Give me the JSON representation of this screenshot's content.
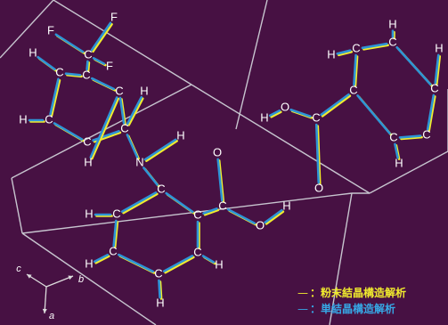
{
  "colors": {
    "background": "#471143",
    "cell_edge": "#c7c5cf",
    "powder": "#f1ec2e",
    "single": "#2d94d6",
    "powder_label": "#f1ec2e",
    "single_label": "#36a8e6",
    "atom_text": "#ffffff"
  },
  "molecules": [
    {
      "atoms": [
        {
          "id": "F1",
          "label": "F"
        },
        {
          "id": "F2",
          "label": "F"
        },
        {
          "id": "F3",
          "label": "F"
        },
        {
          "id": "C1",
          "label": "C"
        },
        {
          "id": "C2",
          "label": "C"
        },
        {
          "id": "C3",
          "label": "C"
        },
        {
          "id": "C4",
          "label": "C"
        },
        {
          "id": "C5",
          "label": "C"
        },
        {
          "id": "C6",
          "label": "C"
        },
        {
          "id": "C7",
          "label": "C"
        },
        {
          "id": "H1",
          "label": "H"
        },
        {
          "id": "H2",
          "label": "H"
        },
        {
          "id": "H3",
          "label": "H"
        },
        {
          "id": "H4",
          "label": "H"
        },
        {
          "id": "N1",
          "label": "N"
        },
        {
          "id": "H5",
          "label": "H"
        },
        {
          "id": "C8",
          "label": "C"
        },
        {
          "id": "C9",
          "label": "C"
        },
        {
          "id": "C10",
          "label": "C"
        },
        {
          "id": "C11",
          "label": "C"
        },
        {
          "id": "C12",
          "label": "C"
        },
        {
          "id": "C13",
          "label": "C"
        },
        {
          "id": "C14",
          "label": "C"
        },
        {
          "id": "O1",
          "label": "O"
        },
        {
          "id": "O2",
          "label": "O"
        },
        {
          "id": "H6",
          "label": "H"
        },
        {
          "id": "H7",
          "label": "H"
        },
        {
          "id": "H8",
          "label": "H"
        },
        {
          "id": "H9",
          "label": "H"
        },
        {
          "id": "H10",
          "label": "H"
        }
      ],
      "bonds": [
        [
          "F1",
          "C1"
        ],
        [
          "F2",
          "C1"
        ],
        [
          "F3",
          "C1"
        ],
        [
          "C1",
          "C2"
        ],
        [
          "C2",
          "C3"
        ],
        [
          "C3",
          "C4"
        ],
        [
          "C4",
          "C5"
        ],
        [
          "C5",
          "C6"
        ],
        [
          "C6",
          "C7"
        ],
        [
          "C7",
          "C2"
        ],
        [
          "C3",
          "H1"
        ],
        [
          "C4",
          "H2"
        ],
        [
          "C6",
          "H3"
        ],
        [
          "C7",
          "H4"
        ],
        [
          "C6",
          "N1"
        ],
        [
          "N1",
          "H5"
        ],
        [
          "N1",
          "C8"
        ],
        [
          "C8",
          "C9"
        ],
        [
          "C9",
          "C10"
        ],
        [
          "C10",
          "C11"
        ],
        [
          "C11",
          "C12"
        ],
        [
          "C12",
          "C13"
        ],
        [
          "C13",
          "C8"
        ],
        [
          "C13",
          "C14"
        ],
        [
          "C14",
          "O1"
        ],
        [
          "C14",
          "O2"
        ],
        [
          "O2",
          "H6"
        ],
        [
          "C9",
          "H7"
        ],
        [
          "C10",
          "H8"
        ],
        [
          "C11",
          "H9"
        ],
        [
          "C12",
          "H10"
        ]
      ]
    },
    {
      "atoms": [
        {
          "id": "Hb1",
          "label": "H"
        },
        {
          "id": "Ob1",
          "label": "O"
        },
        {
          "id": "Cb1",
          "label": "C"
        },
        {
          "id": "Ob2",
          "label": "O"
        },
        {
          "id": "Cb2",
          "label": "C"
        },
        {
          "id": "Cb3",
          "label": "C"
        },
        {
          "id": "Cb4",
          "label": "C"
        },
        {
          "id": "Cb5",
          "label": "C"
        },
        {
          "id": "Cb6",
          "label": "C"
        },
        {
          "id": "Cb7",
          "label": "C"
        },
        {
          "id": "Hb2",
          "label": "H"
        },
        {
          "id": "Hb3",
          "label": "H"
        },
        {
          "id": "Hb4",
          "label": "H"
        },
        {
          "id": "Hb5",
          "label": "H"
        }
      ],
      "bonds": [
        [
          "Hb1",
          "Ob1"
        ],
        [
          "Ob1",
          "Cb1"
        ],
        [
          "Cb1",
          "Ob2"
        ],
        [
          "Cb1",
          "Cb2"
        ],
        [
          "Cb2",
          "Cb3"
        ],
        [
          "Cb3",
          "Cb4"
        ],
        [
          "Cb4",
          "Cb5"
        ],
        [
          "Cb5",
          "Cb6"
        ],
        [
          "Cb6",
          "Cb7"
        ],
        [
          "Cb7",
          "Cb2"
        ],
        [
          "Cb3",
          "Hb2"
        ],
        [
          "Cb4",
          "Hb3"
        ],
        [
          "Cb5",
          "Hb4"
        ],
        [
          "Cb7",
          "Hb5"
        ]
      ]
    }
  ],
  "axes": {
    "a": "a",
    "b": "b",
    "c": "c"
  },
  "legend": [
    {
      "dash": "—",
      "text": "：粉末結晶構造解析",
      "series": "powder"
    },
    {
      "dash": "—",
      "text": "：単結晶構造解析",
      "series": "single"
    }
  ]
}
